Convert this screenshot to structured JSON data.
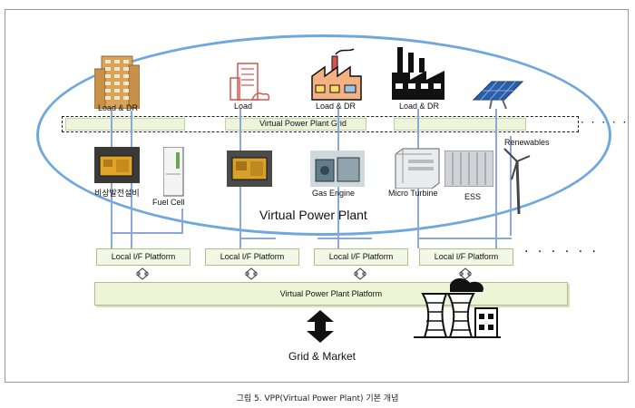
{
  "top_labels": {
    "load_dr_left": "Load & DR",
    "load_mid": "Load",
    "load_dr_mid": "Load & DR",
    "load_dr_right": "Load & DR"
  },
  "grid": {
    "label": "Virtual Power Plant Grid",
    "dots": "· · · · ·"
  },
  "resources": {
    "emergency_generator": "비상발전설비",
    "fuel_cell": "Fuel Cell",
    "gas_engine": "Gas Engine",
    "micro_turbine": "Micro Turbine",
    "ess": "ESS",
    "renewables": "Renewables"
  },
  "vpp_title": "Virtual Power Plant",
  "local_platforms": [
    "Local I/F Platform",
    "Local I/F Platform",
    "Local I/F Platform",
    "Local I/F Platform"
  ],
  "local_dots": "· · · · · ·",
  "platform_label": "Virtual Power Plant Platform",
  "grid_market": "Grid & Market",
  "caption": "그림 5. VPP(Virtual  Power Plant) 기본 개념",
  "colors": {
    "ellipse": "#6fa8dc",
    "connectors": "#8aa9d6",
    "platform_fill": "#eef5d6"
  }
}
